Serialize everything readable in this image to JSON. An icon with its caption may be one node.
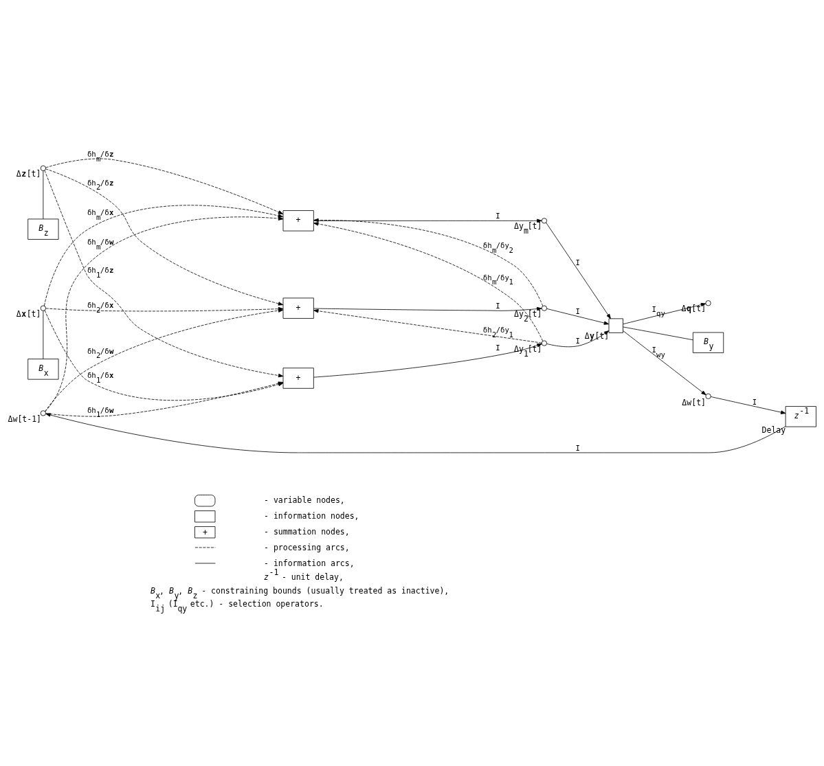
{
  "diagram": {
    "nodes": [
      {
        "text": [],
        "shape": "circle",
        "beside": [
          "Δ**z**[t]"
        ]
      },
      {
        "text": [
          "+"
        ]
      },
      {
        "text": [],
        "shape": "circle",
        "beside": [
          "Δy$_{1}$[t]"
        ]
      },
      {
        "text": [],
        "shape": "circle",
        "beside": [
          "Δ**q**[t]"
        ]
      },
      {
        "text": [
          "*B*$_{z}$"
        ]
      },
      {
        "text": [
          "+"
        ]
      },
      {
        "text": [],
        "shape": "circle",
        "beside": [
          "Δy$_{2}$[t]"
        ]
      },
      {
        "text": [],
        "shape": "box",
        "beside": [
          "Δ**y**[t]"
        ]
      },
      {
        "text": [
          "*B*$_{x}$"
        ]
      },
      {
        "text": [
          "*B*$_{y}$"
        ]
      },
      {
        "text": [],
        "shape": "circle",
        "beside": [
          "Δ**x**[t]"
        ]
      },
      {
        "text": [
          "+"
        ]
      },
      {
        "text": [],
        "shape": "circle",
        "beside": [
          "Δy$_{m}$[t]"
        ]
      },
      {
        "text": [],
        "shape": "circle",
        "beside": [
          "Δw[t-1]"
        ]
      },
      {
        "text": [
          "*z*$^{-1}$"
        ],
        "beside": [
          "Delay"
        ]
      },
      {
        "text": [],
        "shape": "circle",
        "beside": [
          "Δw[t]"
        ]
      }
    ],
    "edges": [
      {
        "from": 0,
        "to": 1,
        "arrow": "to",
        "style": "dashed",
        "label": "δh$_{1}$/δ**z**"
      },
      {
        "from": 0,
        "to": 5,
        "arrow": "to",
        "style": "dashed",
        "label": "δh$_{2}$/δ**z**"
      },
      {
        "from": 0,
        "to": 11,
        "arrow": "to",
        "style": "dashed",
        "label": "δh$_{m}$/δ**z**"
      },
      {
        "from": 10,
        "to": 1,
        "arrow": "to",
        "style": "dashed",
        "label": "δh$_{1}$/δ**x**"
      },
      {
        "from": 10,
        "to": 5,
        "arrow": "to",
        "style": "dashed",
        "label": "δh$_{2}$/δ**x**"
      },
      {
        "from": 10,
        "to": 11,
        "arrow": "to",
        "style": "dashed",
        "label": "δh$_{m}$/δ**x**"
      },
      {
        "from": 13,
        "to": 1,
        "arrow": "to",
        "style": "dashed",
        "label": "δh$_{1}$/δ**w**"
      },
      {
        "from": 13,
        "to": 5,
        "arrow": "to",
        "style": "dashed",
        "label": "δh$_{2}$/δ**w**"
      },
      {
        "from": 13,
        "to": 11,
        "arrow": "to",
        "style": "dashed",
        "label": "δh$_{m}$/δ**w**"
      },
      {
        "from": 2,
        "to": 5,
        "arrow": "to",
        "style": "dashed",
        "label": "δh$_{2}$/δy$_{1}$"
      },
      {
        "from": 2,
        "to": 11,
        "arrow": "to",
        "style": "dashed",
        "label": "δh$_{m}$/δy$_{1}$"
      },
      {
        "from": 6,
        "to": 11,
        "arrow": "to",
        "style": "dashed",
        "label": "δh$_{m}$/δy$_{2}$"
      },
      {
        "from": 1,
        "to": 2,
        "arrow": "to",
        "label": "I"
      },
      {
        "from": 5,
        "to": 6,
        "arrow": "to",
        "label": "I"
      },
      {
        "from": 11,
        "to": 12,
        "arrow": "to",
        "label": "I"
      },
      {
        "from": 2,
        "to": 7,
        "arrow": "to",
        "label": "I"
      },
      {
        "from": 6,
        "to": 7,
        "arrow": "to",
        "label": "I"
      },
      {
        "from": 12,
        "to": 7,
        "arrow": "to",
        "label": "I"
      },
      {
        "from": 7,
        "to": 3,
        "arrow": "to",
        "label": "I$_{qy}$"
      },
      {
        "from": 7,
        "to": 15,
        "arrow": "to",
        "label": "I$_{wy}$"
      },
      {
        "from": 15,
        "to": 14,
        "arrow": "to",
        "label": "I"
      },
      {
        "from": 14,
        "to": 13,
        "arrow": "to",
        "label": "I"
      },
      {
        "from": 0,
        "to": 4,
        "arrow": "none"
      },
      {
        "from": 10,
        "to": 8,
        "arrow": "none"
      },
      {
        "from": 7,
        "to": 9,
        "arrow": "none"
      }
    ],
    "labels": [
      "+",
      "*B*$_{x}$, *B*$_{y}$, *B*$_{z}$ - constraining bounds (usually treated as inactive),",
      "I$_{ij}$ (I$_{qy}$ etc.) - selection operators."
    ],
    "legend": [
      {
        "text": "- variable nodes,"
      },
      {
        "text": "- information nodes,"
      },
      {
        "text": "- summation nodes,"
      },
      {
        "text": "- processing arcs,"
      },
      {
        "text": "- information arcs,"
      },
      {
        "text": "*z*$^{-1}$ - unit delay,"
      }
    ]
  }
}
